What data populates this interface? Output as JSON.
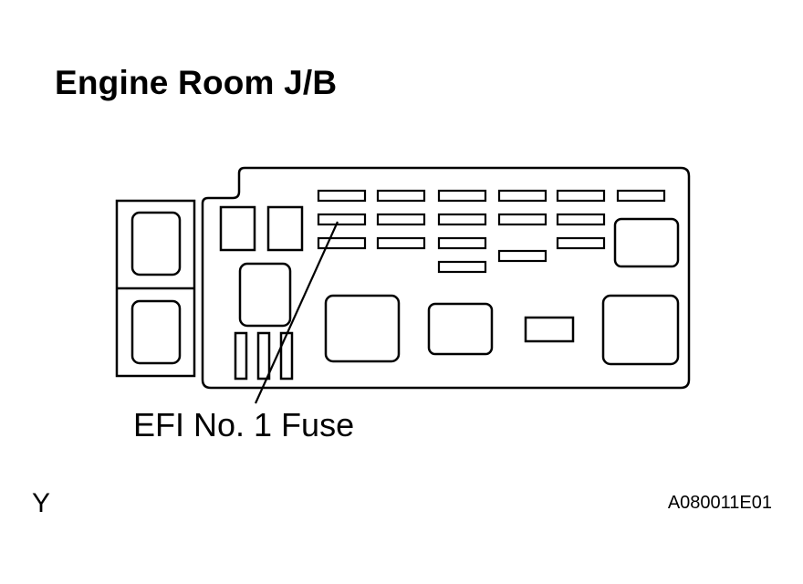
{
  "title": "Engine Room J/B",
  "callout_label": "EFI No. 1 Fuse",
  "corner_mark": "Y",
  "figure_code": "A080011E01",
  "colors": {
    "stroke": "#000000",
    "background": "#ffffff"
  }
}
